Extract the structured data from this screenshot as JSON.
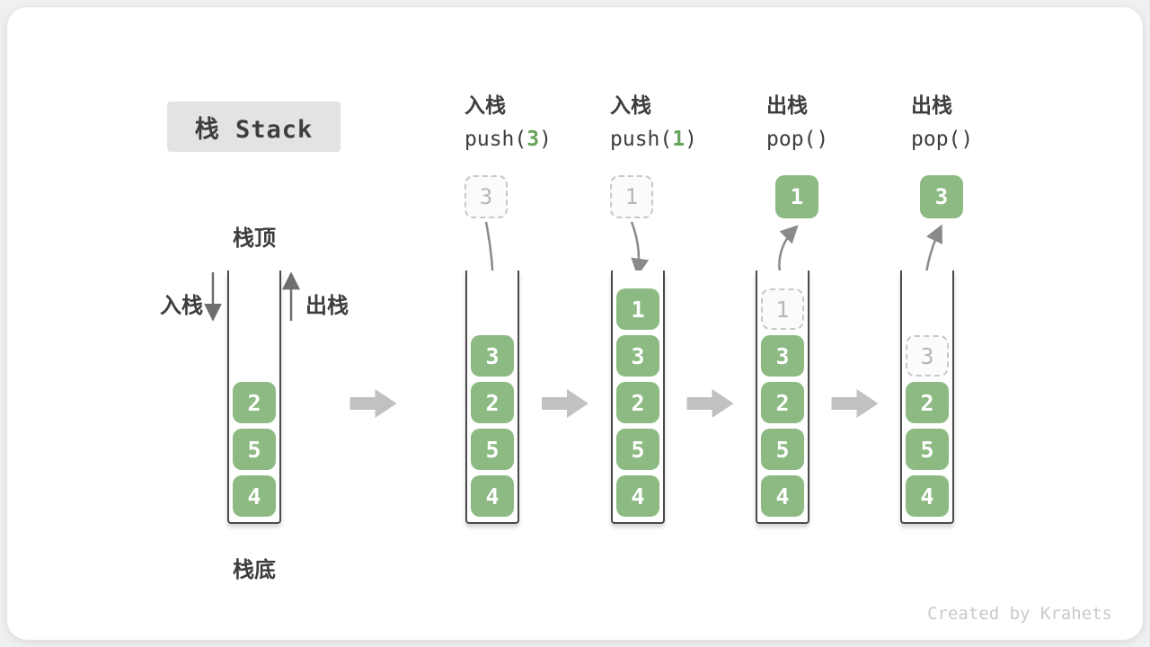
{
  "title": "栈 Stack",
  "credit": "Created by Krahets",
  "labels": {
    "stack_top": "栈顶",
    "stack_bottom": "栈底",
    "push_label": "入栈",
    "pop_label": "出栈"
  },
  "colors": {
    "item_green": "#8cba82",
    "arg_green": "#67a35a",
    "ghost_border": "#c8c8c8",
    "ghost_text": "#b7b7b7",
    "dark_text": "#3d3d3d",
    "curved_arrow": "#8a8a8a",
    "side_arrow": "#6f6f6f",
    "block_arrow": "#c1c1c1",
    "title_bg": "#e3e3e3",
    "wall": "#4a4a4a"
  },
  "initial_stack": [
    "2",
    "5",
    "4"
  ],
  "steps": [
    {
      "op": "入栈",
      "call_pre": "push(",
      "arg": "3",
      "call_post": ")",
      "direction": "in",
      "floating": {
        "value": "3",
        "ghost": true
      },
      "stack": [
        {
          "v": "3"
        },
        {
          "v": "2"
        },
        {
          "v": "5"
        },
        {
          "v": "4"
        }
      ]
    },
    {
      "op": "入栈",
      "call_pre": "push(",
      "arg": "1",
      "call_post": ")",
      "direction": "in",
      "floating": {
        "value": "1",
        "ghost": true
      },
      "stack": [
        {
          "v": "1"
        },
        {
          "v": "3"
        },
        {
          "v": "2"
        },
        {
          "v": "5"
        },
        {
          "v": "4"
        }
      ]
    },
    {
      "op": "出栈",
      "call_pre": "pop(",
      "arg": "",
      "call_post": ")",
      "direction": "out",
      "floating": {
        "value": "1",
        "ghost": false
      },
      "stack": [
        {
          "v": "1",
          "ghost": true
        },
        {
          "v": "3"
        },
        {
          "v": "2"
        },
        {
          "v": "5"
        },
        {
          "v": "4"
        }
      ]
    },
    {
      "op": "出栈",
      "call_pre": "pop(",
      "arg": "",
      "call_post": ")",
      "direction": "out",
      "floating": {
        "value": "3",
        "ghost": false
      },
      "stack": [
        {
          "v": "3",
          "ghost": true
        },
        {
          "v": "2"
        },
        {
          "v": "5"
        },
        {
          "v": "4"
        }
      ]
    }
  ]
}
